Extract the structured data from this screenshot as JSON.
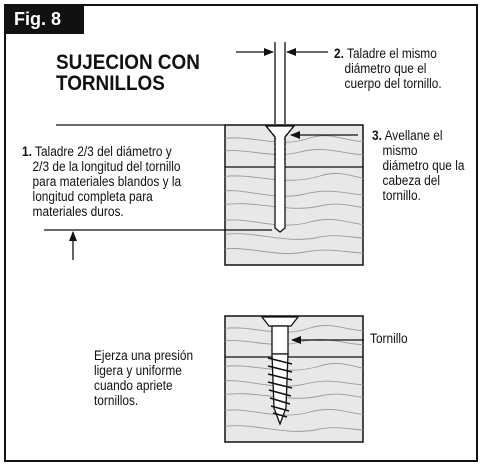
{
  "figure": {
    "label": "Fig. 8",
    "title_line1": "SUJECION CON",
    "title_line2": "TORNILLOS"
  },
  "steps": [
    {
      "number": "1.",
      "lines": [
        "Taladre 2/3 del diámetro y",
        "2/3 de la longitud del tornillo",
        "para materiales blandos y la",
        "longitud completa para",
        "materiales duros."
      ]
    },
    {
      "number": "2.",
      "lines": [
        "Taladre el mismo",
        "diámetro que el",
        "cuerpo del tornillo."
      ]
    },
    {
      "number": "3.",
      "lines": [
        "Avellane el",
        "mismo",
        "diámetro que la",
        "cabeza del",
        "tornillo."
      ]
    }
  ],
  "labels": {
    "screw": "Tornillo",
    "pressure_lines": [
      "Ejerza una presión",
      "ligera y uniforme",
      "cuando apriete",
      "tornillos."
    ]
  }
}
